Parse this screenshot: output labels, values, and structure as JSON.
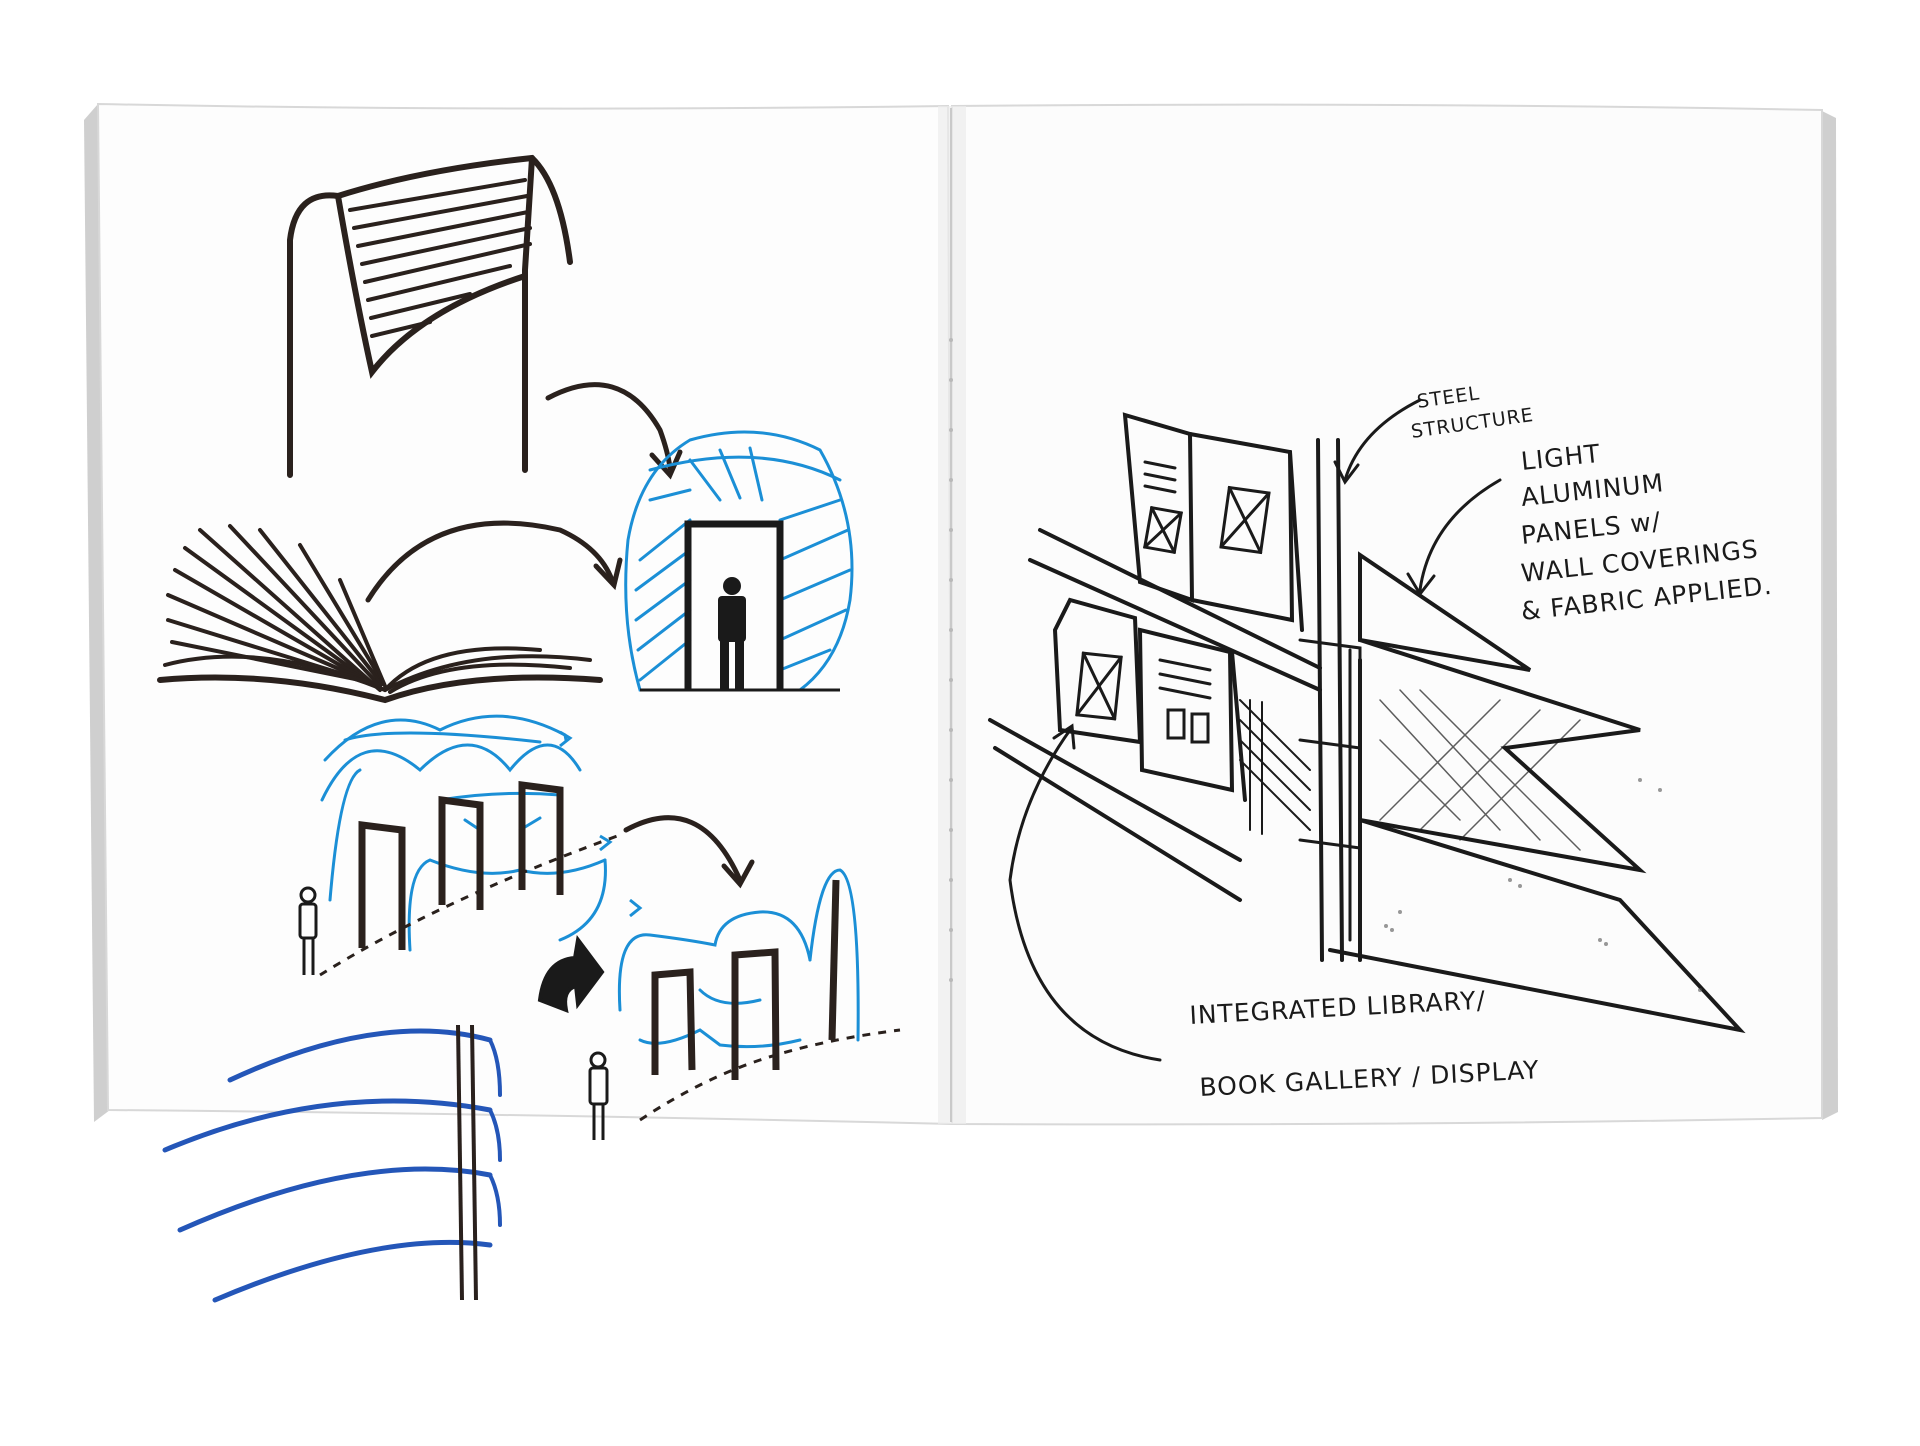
{
  "annotations": {
    "steel_structure": [
      "STEEL",
      "STRUCTURE"
    ],
    "panels": [
      "LIGHT",
      "ALUMINUM",
      "PANELS w/",
      "WALL COVERINGS",
      "& FABRIC APPLIED."
    ],
    "library": [
      "INTEGRATED LIBRARY/",
      "BOOK GALLERY / DISPLAY"
    ]
  },
  "colors": {
    "ink_black": "#2a211d",
    "ink_blue": "#1b8fd6",
    "ink_navy": "#2456b8",
    "paper": "#fdfdfd",
    "page_edge": "#d6d6d6",
    "background": "#ffffff"
  }
}
